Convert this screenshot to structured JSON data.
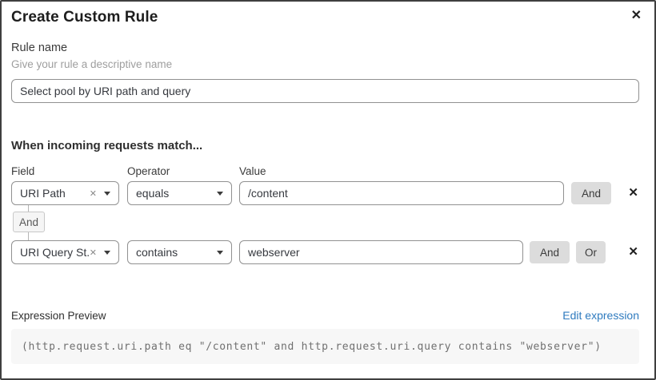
{
  "dialog": {
    "title": "Create Custom Rule"
  },
  "icons": {
    "close": "✕",
    "clear": "✕",
    "delete_row": "✕"
  },
  "rule_name": {
    "label": "Rule name",
    "hint": "Give your rule a descriptive name",
    "value": "Select pool by URI path and query"
  },
  "match": {
    "heading": "When incoming requests match...",
    "columns": {
      "field": "Field",
      "operator": "Operator",
      "value": "Value"
    },
    "rows": [
      {
        "field": "URI Path",
        "operator": "equals",
        "value": "/content",
        "and_label": "And"
      },
      {
        "field": "URI Query St...",
        "operator": "contains",
        "value": "webserver",
        "and_label": "And",
        "or_label": "Or"
      }
    ],
    "connector_label": "And"
  },
  "expression": {
    "label": "Expression Preview",
    "edit_link": "Edit expression",
    "code": "(http.request.uri.path eq \"/content\" and http.request.uri.query contains \"webserver\")"
  },
  "colors": {
    "link_blue": "#2f7bbf",
    "button_gray": "#dcdcdc",
    "code_bg": "#f7f7f7"
  }
}
